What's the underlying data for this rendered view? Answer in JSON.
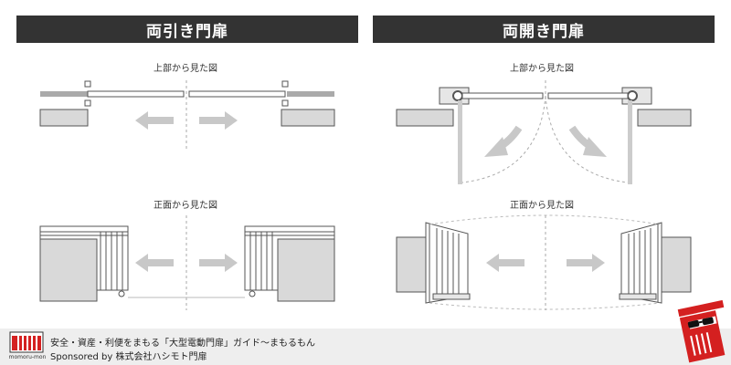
{
  "panels": {
    "sliding": {
      "title": "両引き門扉",
      "top_view_label": "上部から見た図",
      "front_view_label": "正面から見た図"
    },
    "swing": {
      "title": "両開き門扉",
      "top_view_label": "上部から見た図",
      "front_view_label": "正面から見た図"
    }
  },
  "footer": {
    "logo_text": "momoru-mon",
    "line1": "安全・資産・利便をまもる「大型電動門扉」ガイド〜まもるもん",
    "line2": "Sponsored by 株式会社ハシモト門扉"
  },
  "colors": {
    "header_bg": "#333333",
    "arrow": "#c8c8c8",
    "wall": "#d9d9d9",
    "logo_red": "#d42020"
  }
}
